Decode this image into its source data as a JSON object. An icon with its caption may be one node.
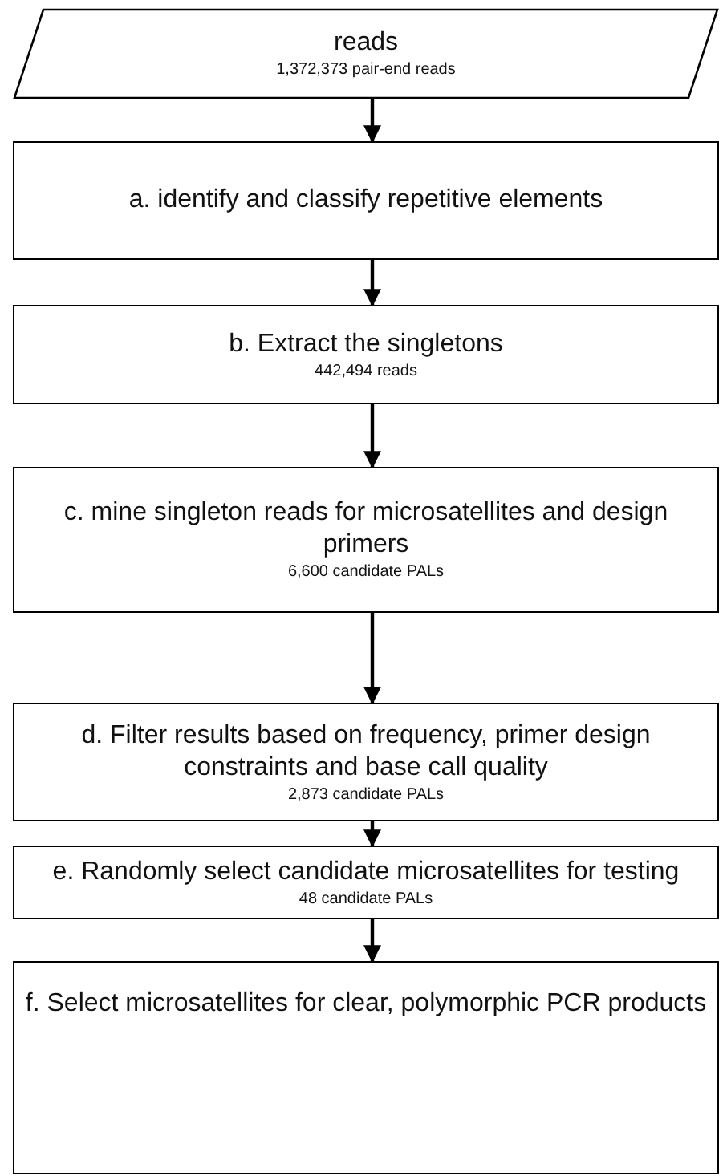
{
  "diagram": {
    "nodes": [
      {
        "text": [
          "reads",
          "1,372,373 pair-end reads"
        ]
      },
      {
        "text": [
          "a. identify and classify repetitive elements"
        ]
      },
      {
        "text": [
          "b. Extract the singletons",
          "442,494 reads"
        ]
      },
      {
        "text": [
          "c. mine singleton reads for microsatellites and design primers",
          "6,600 candidate PALs"
        ]
      },
      {
        "text": [
          "d. Filter results based on frequency, primer design constraints and base call quality",
          "2,873 candidate PALs"
        ]
      },
      {
        "text": [
          "e. Randomly select candidate microsatellites for testing",
          "48 candidate PALs"
        ]
      },
      {
        "text": [
          "f. Select microsatellites for clear, polymorphic PCR products"
        ]
      }
    ],
    "edges": [
      {
        "from": 0,
        "to": 1,
        "arrow": "to"
      },
      {
        "from": 1,
        "to": 2,
        "arrow": "to"
      },
      {
        "from": 2,
        "to": 3,
        "arrow": "to"
      },
      {
        "from": 3,
        "to": 4,
        "arrow": "to"
      },
      {
        "from": 4,
        "to": 5,
        "arrow": "to"
      },
      {
        "from": 5,
        "to": 6,
        "arrow": "to"
      }
    ]
  }
}
